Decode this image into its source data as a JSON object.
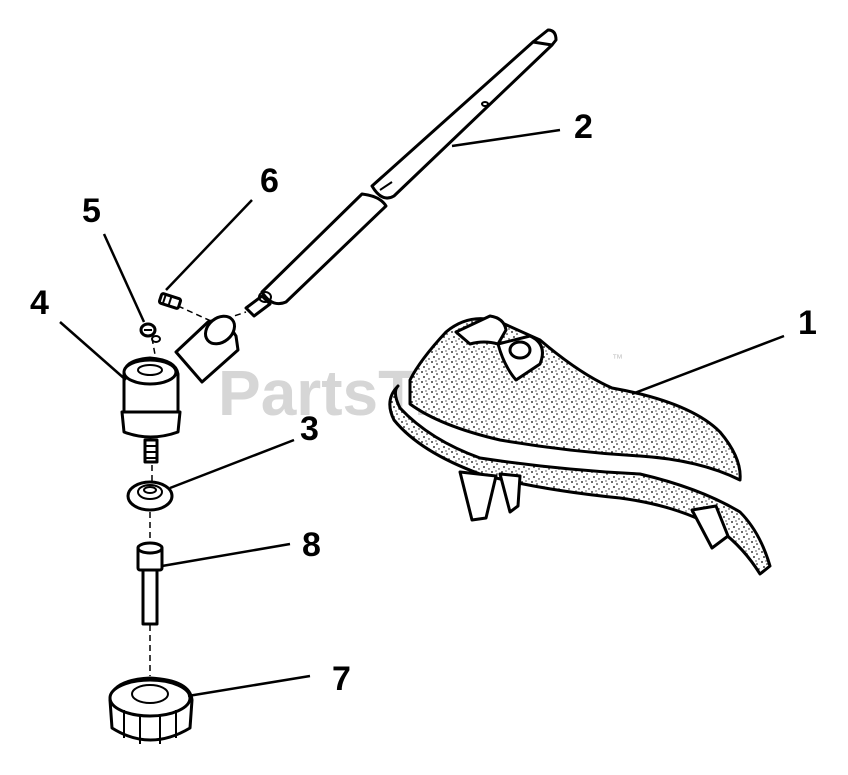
{
  "watermark": {
    "text": "PartsTree",
    "tm": "™"
  },
  "callouts": {
    "c1": "1",
    "c2": "2",
    "c3": "3",
    "c4": "4",
    "c5": "5",
    "c6": "6",
    "c7": "7",
    "c8": "8"
  },
  "icons": [
    "trimmer-shield",
    "drive-shaft-tube",
    "gearbox-head",
    "spacer-washer",
    "screw",
    "bolt",
    "spool-knob",
    "spacer-sleeve"
  ]
}
